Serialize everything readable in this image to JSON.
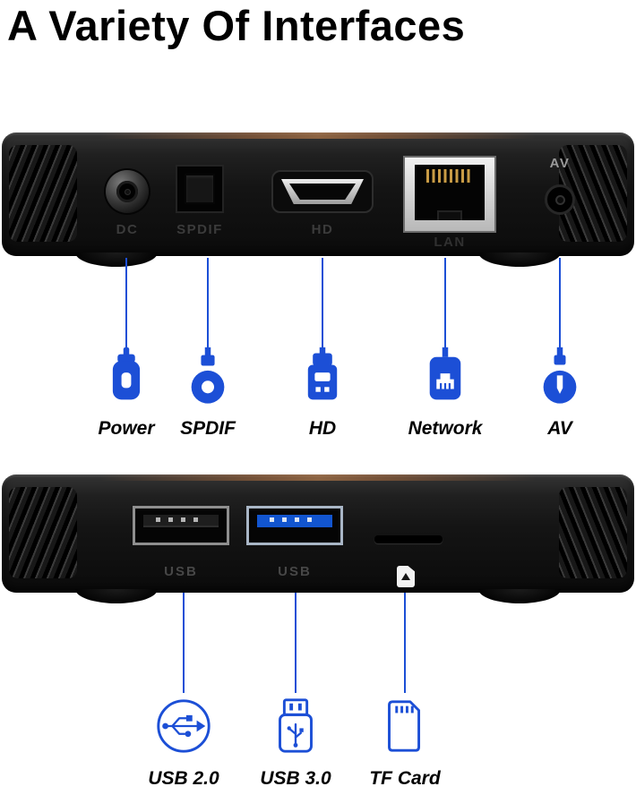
{
  "title": "A Variety Of Interfaces",
  "colors": {
    "accent": "#1c4fd6"
  },
  "device_rear": {
    "port_labels": {
      "dc": "DC",
      "spdif": "SPDIF",
      "hd": "HD",
      "lan": "LAN",
      "av": "AV"
    }
  },
  "device_front": {
    "port_labels": {
      "usb2": "USB",
      "usb3": "USB"
    }
  },
  "callouts_top": [
    {
      "icon": "power-plug-icon",
      "label": "Power"
    },
    {
      "icon": "spdif-plug-icon",
      "label": "SPDIF"
    },
    {
      "icon": "hd-cable-icon",
      "label": "HD"
    },
    {
      "icon": "ethernet-icon",
      "label": "Network"
    },
    {
      "icon": "av-jack-icon",
      "label": "AV"
    }
  ],
  "callouts_bottom": [
    {
      "icon": "usb-symbol-icon",
      "label": "USB 2.0"
    },
    {
      "icon": "usb-drive-icon",
      "label": "USB 3.0"
    },
    {
      "icon": "tf-card-icon",
      "label": "TF Card"
    }
  ]
}
